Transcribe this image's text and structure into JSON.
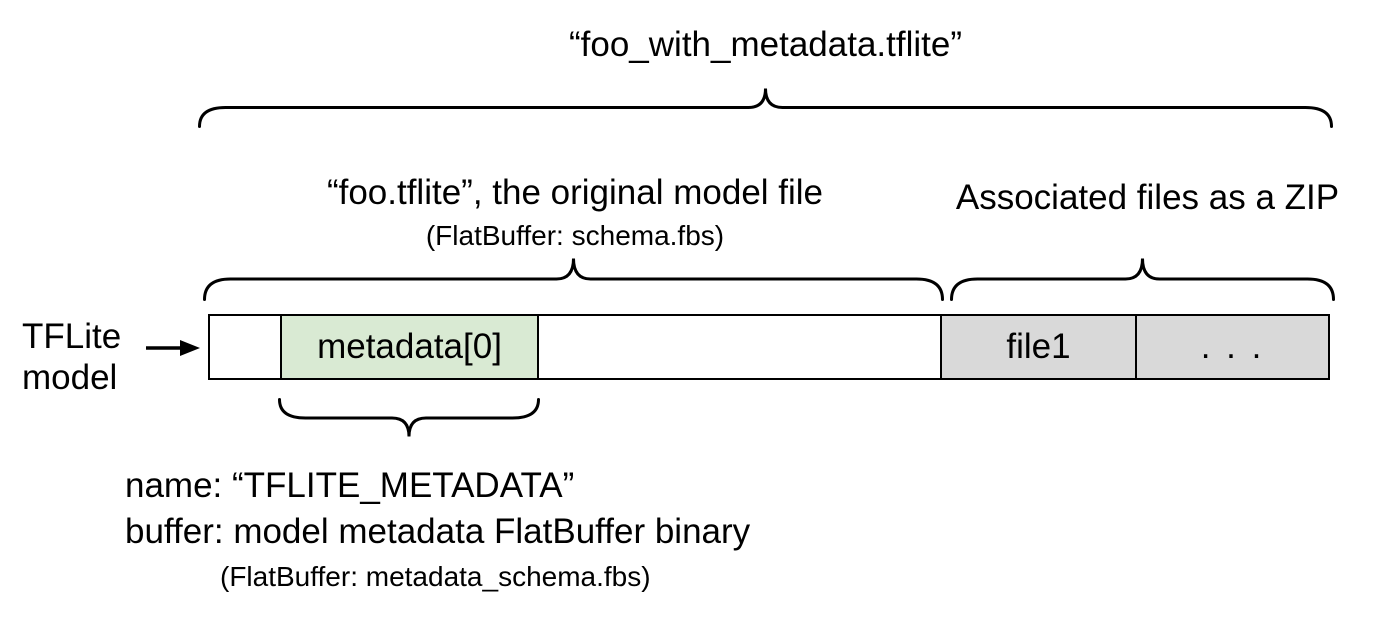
{
  "diagram": {
    "title": "“foo_with_metadata.tflite”",
    "model_section": {
      "label": "“foo.tflite”, the original model file",
      "sublabel": "(FlatBuffer: schema.fbs)"
    },
    "zip_section": {
      "label": "Associated files as a ZIP"
    },
    "side_label": {
      "line1": "TFLite",
      "line2": "model"
    },
    "bar": {
      "segments": [
        {
          "name": "leading-bytes",
          "label": "",
          "fill": "#ffffff"
        },
        {
          "name": "metadata",
          "label": "metadata[0]",
          "fill": "#d9ead3"
        },
        {
          "name": "model-body",
          "label": "",
          "fill": "#ffffff"
        },
        {
          "name": "file1",
          "label": "file1",
          "fill": "#d9d9d9"
        },
        {
          "name": "more-files",
          "label": ". . .",
          "fill": "#d9d9d9"
        }
      ]
    },
    "metadata_note": {
      "line1": "name: “TFLITE_METADATA”",
      "line2": "buffer: model metadata FlatBuffer binary",
      "line3": "(FlatBuffer: metadata_schema.fbs)"
    },
    "colors": {
      "metadata_fill": "#d9ead3",
      "associated_file_fill": "#d9d9d9",
      "line": "#000000"
    }
  }
}
